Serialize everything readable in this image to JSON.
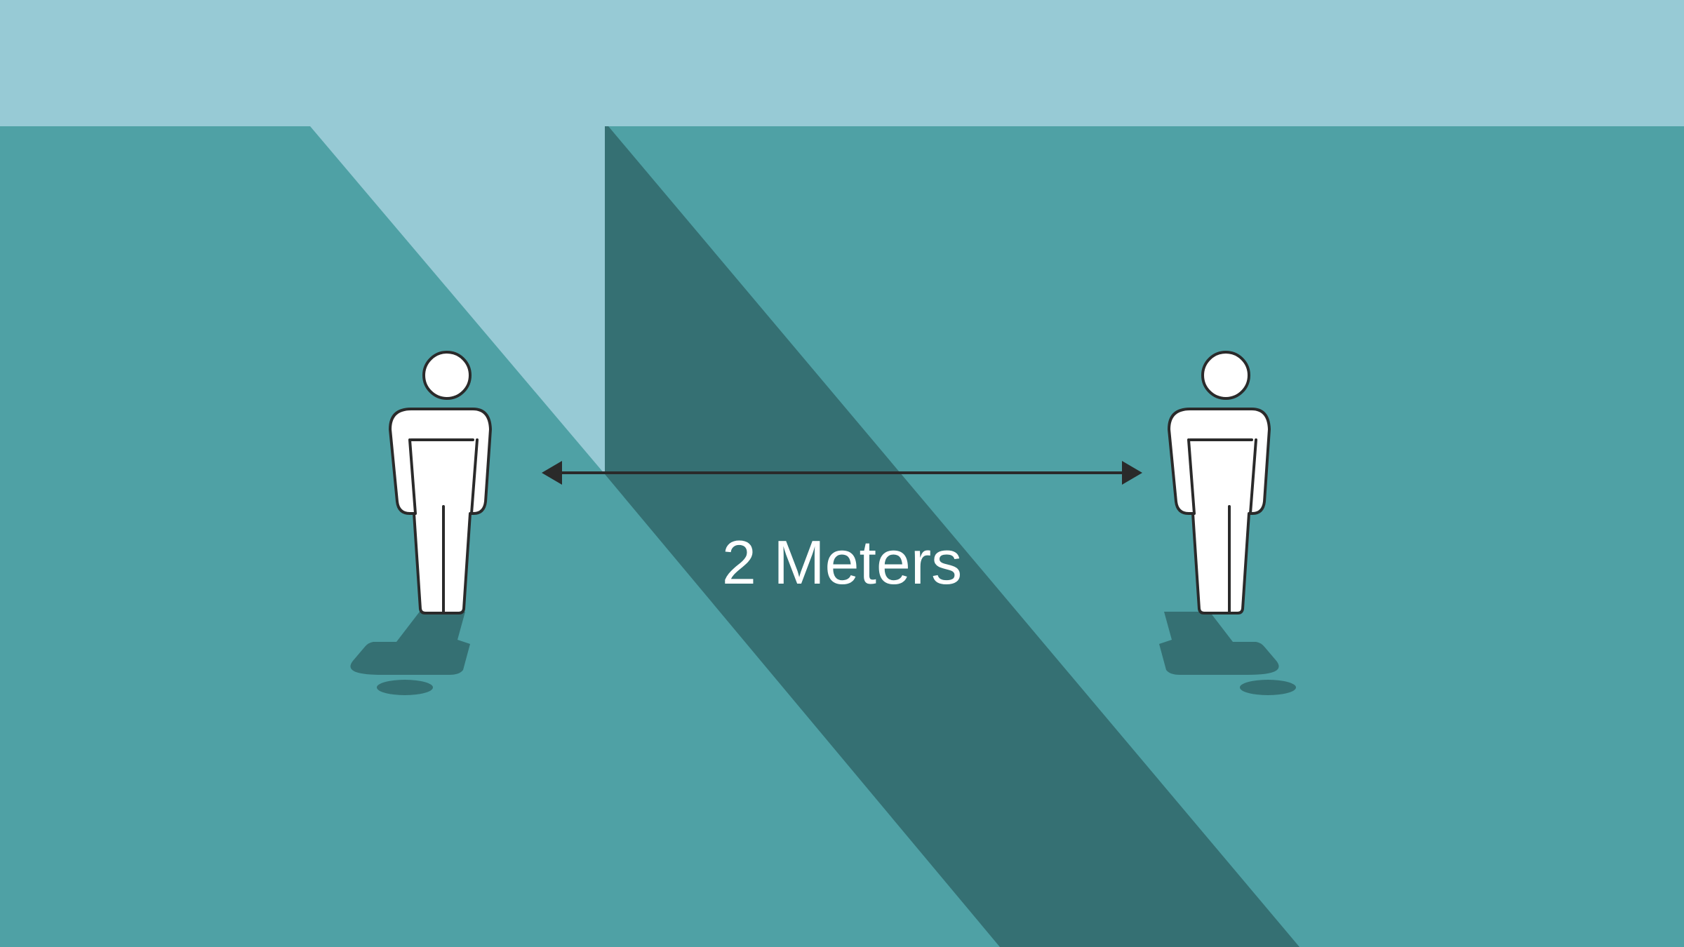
{
  "distance_label": "2 Meters",
  "colors": {
    "sky": "#97cad5",
    "ground": "#4fa1a5",
    "wall_shadow": "#357073",
    "figure_fill": "#ffffff",
    "figure_outline": "#2a2a2a",
    "arrow": "#2a2a2a",
    "label": "#ffffff"
  },
  "figures": [
    {
      "name": "person-left"
    },
    {
      "name": "person-right"
    }
  ]
}
